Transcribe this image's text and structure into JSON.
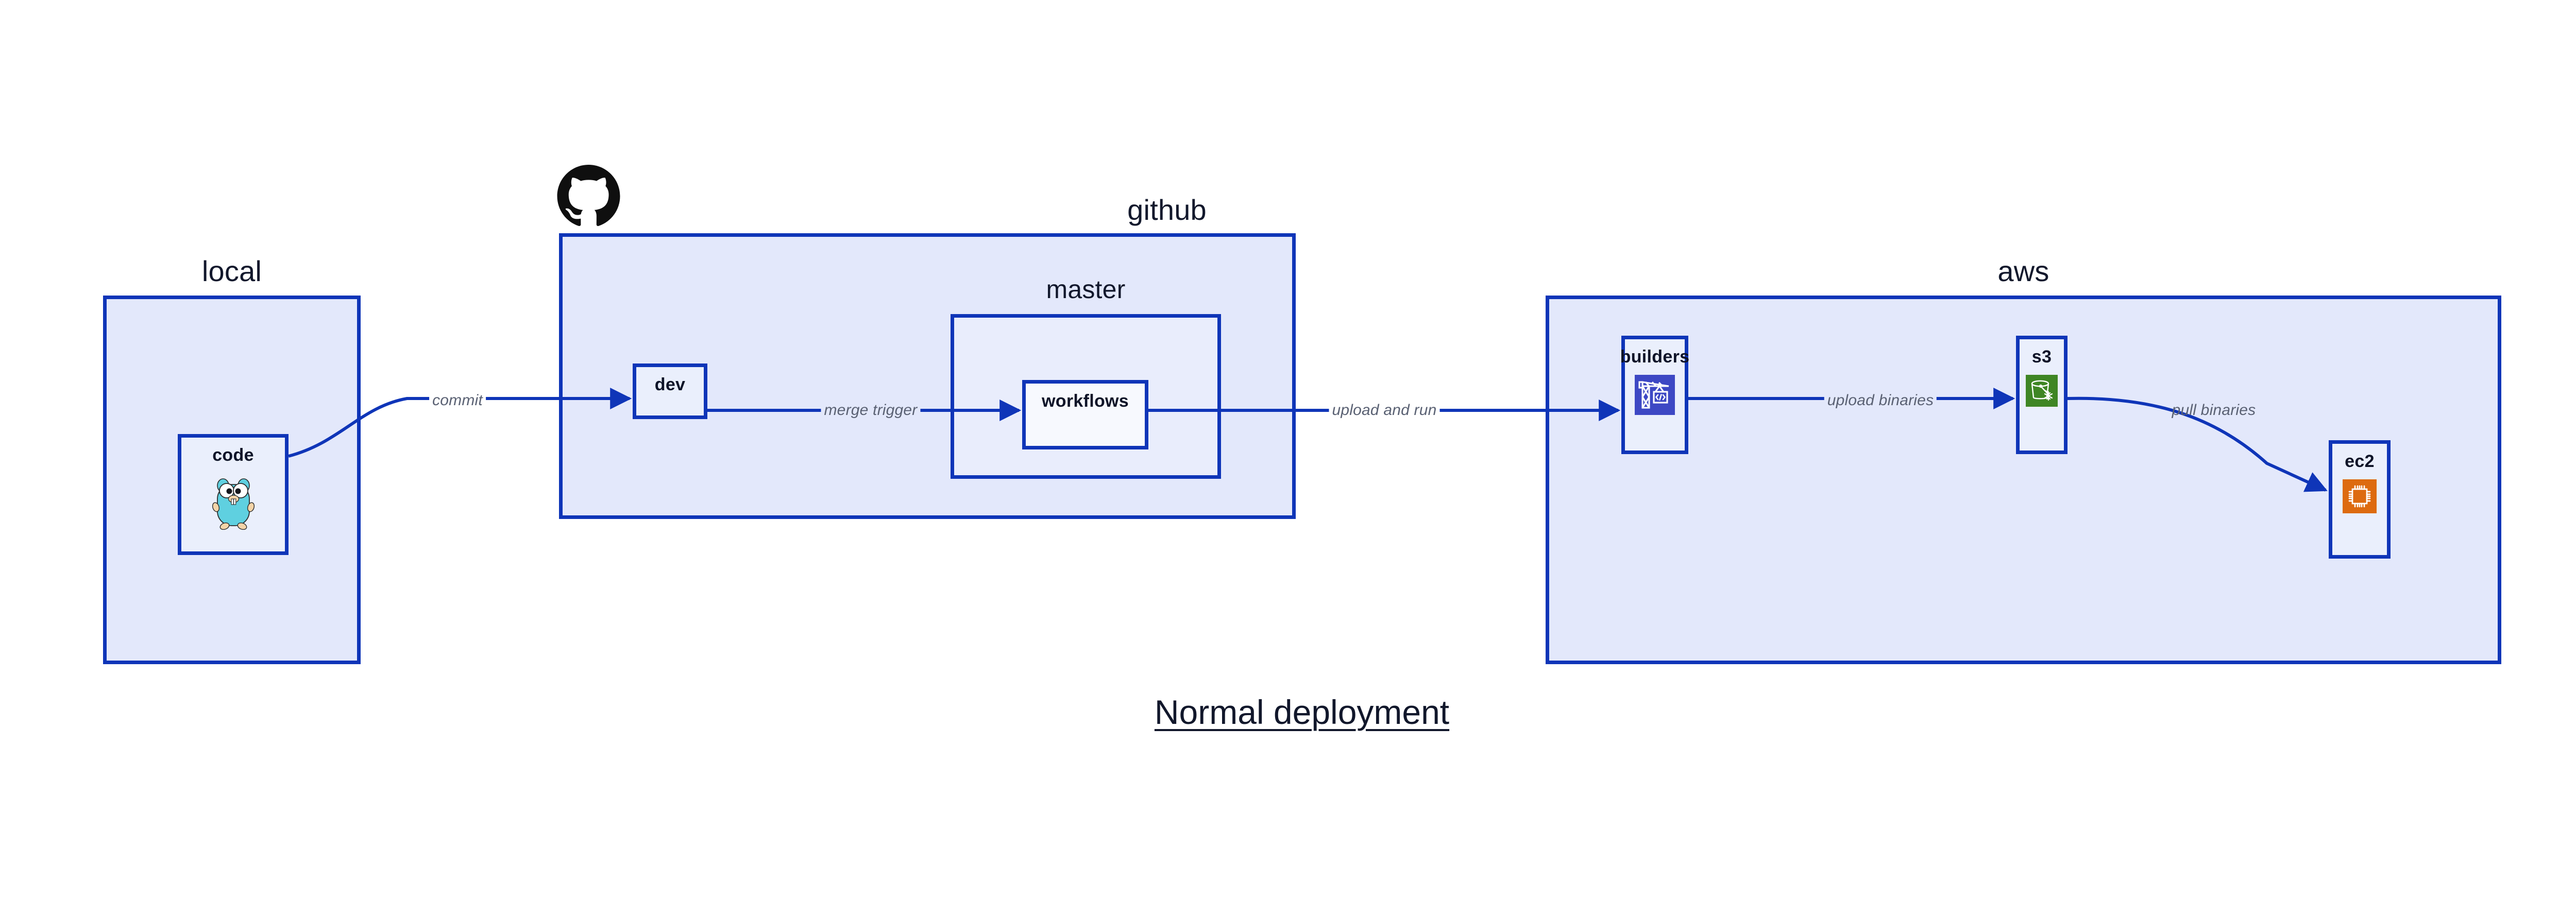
{
  "diagram": {
    "title": "Normal deployment",
    "accent_border": "#0f35b8",
    "group_fill": "#e3e8fb",
    "node_fill": "#eaeffc",
    "label_color": "#12182c",
    "edge_label_color": "#5a6173"
  },
  "groups": [
    {
      "id": "local",
      "label": "local"
    },
    {
      "id": "github",
      "label": "github"
    },
    {
      "id": "master",
      "label": "master"
    },
    {
      "id": "aws",
      "label": "aws"
    }
  ],
  "nodes": [
    {
      "id": "code",
      "label": "code",
      "icon": "go-gopher-icon",
      "icon_color": "#5fd0e0"
    },
    {
      "id": "dev",
      "label": "dev",
      "icon": "none",
      "icon_color": ""
    },
    {
      "id": "workflows",
      "label": "workflows",
      "icon": "none",
      "icon_color": ""
    },
    {
      "id": "builders",
      "label": "builders",
      "icon": "aws-codebuild-icon",
      "icon_color": "#3d48c4"
    },
    {
      "id": "s3",
      "label": "s3",
      "icon": "aws-s3-glacier-icon",
      "icon_color": "#3f8624"
    },
    {
      "id": "ec2",
      "label": "ec2",
      "icon": "aws-ec2-icon",
      "icon_color": "#dd6b10"
    }
  ],
  "edges": [
    {
      "id": "code-to-dev",
      "from": "code",
      "to": "dev",
      "label": "commit"
    },
    {
      "id": "dev-to-workflows",
      "from": "dev",
      "to": "workflows",
      "label": "merge trigger"
    },
    {
      "id": "workflows-to-builders",
      "from": "workflows",
      "to": "builders",
      "label": "upload and run"
    },
    {
      "id": "builders-to-s3",
      "from": "builders",
      "to": "s3",
      "label": "upload binaries"
    },
    {
      "id": "s3-to-ec2",
      "from": "s3",
      "to": "ec2",
      "label": "pull binaries"
    }
  ],
  "logos": [
    {
      "id": "github-mark",
      "name": "github-octocat-logo",
      "color": "#0f0f0f"
    }
  ]
}
